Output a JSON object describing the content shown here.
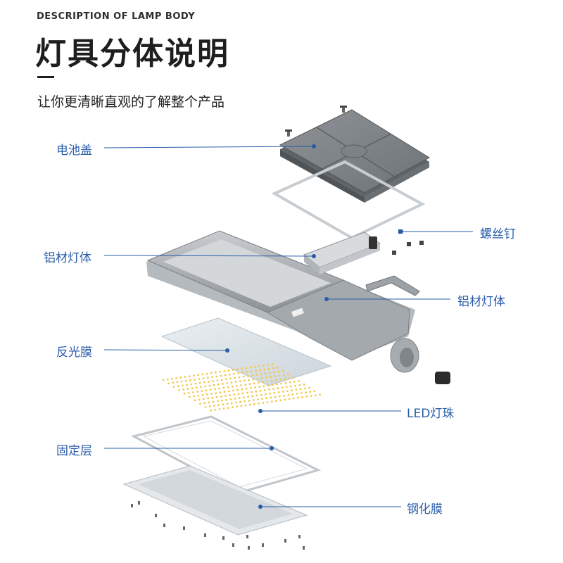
{
  "header": {
    "en_subtitle": "DESCRIPTION OF LAMP BODY",
    "title": "灯具分体说明",
    "tagline": "让你更清晰直观的了解整个产品"
  },
  "labels": {
    "battery_cover": "电池盖",
    "aluminum_body_left": "铝材灯体",
    "screws": "螺丝钉",
    "aluminum_body_right": "铝材灯体",
    "reflective_film": "反光膜",
    "led_beads": "LED灯珠",
    "fixing_layer": "固定层",
    "tempered_film": "钢化膜"
  },
  "colors": {
    "label_text": "#2a5caa",
    "leader_line": "#2a5caa",
    "title_text": "#1e1e1e",
    "led_dot": "#f2c94c",
    "lamp_gray": "#9ea3a8"
  }
}
